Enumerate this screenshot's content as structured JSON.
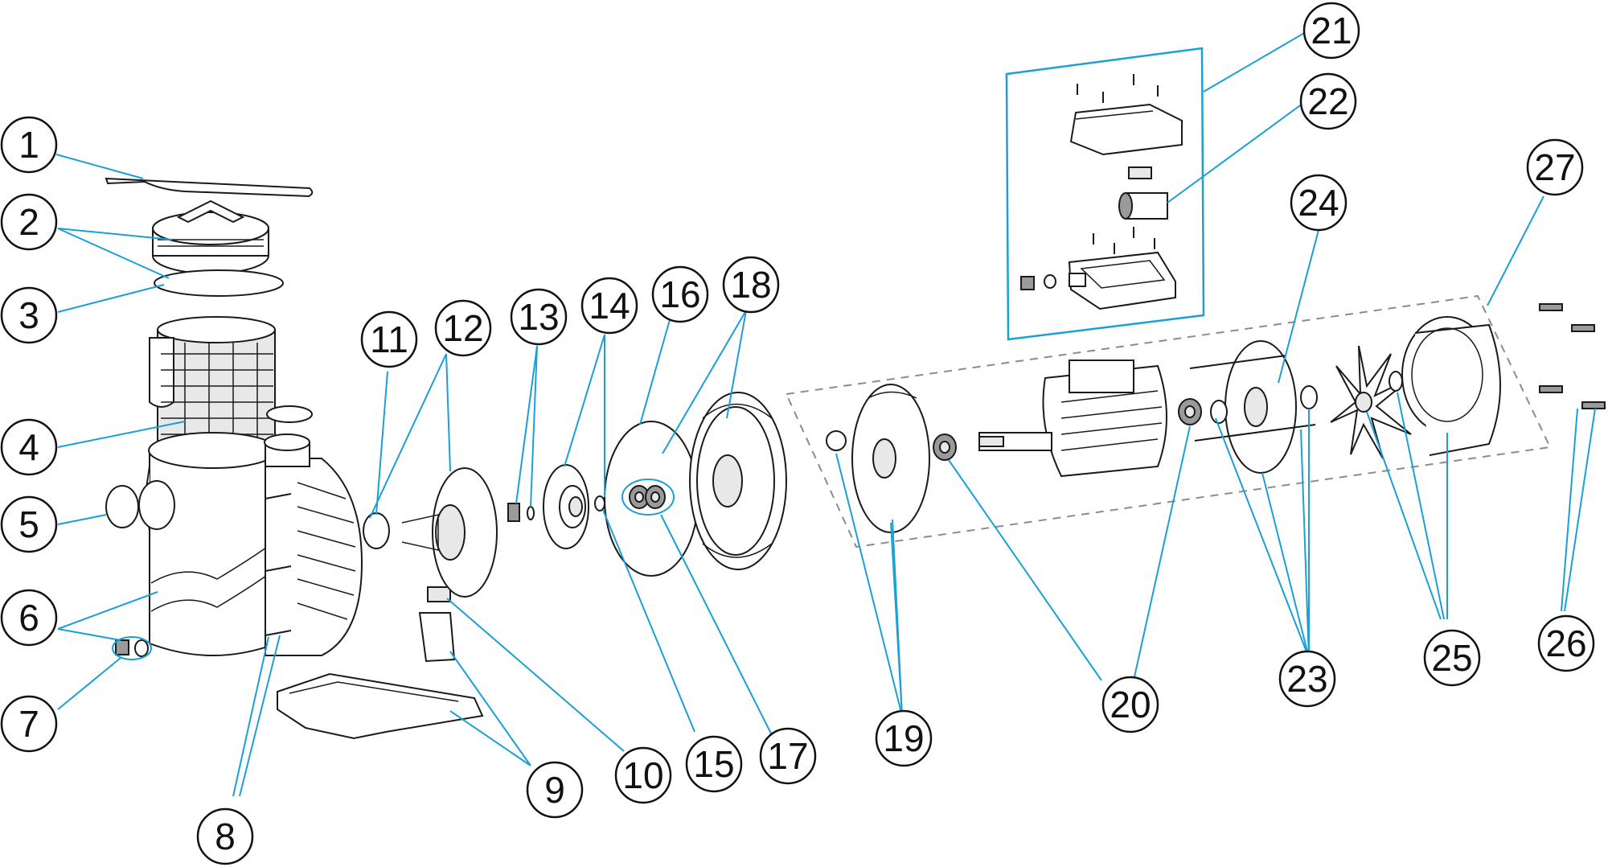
{
  "callouts": [
    {
      "id": "c1",
      "label": "1"
    },
    {
      "id": "c2",
      "label": "2"
    },
    {
      "id": "c3",
      "label": "3"
    },
    {
      "id": "c4",
      "label": "4"
    },
    {
      "id": "c5",
      "label": "5"
    },
    {
      "id": "c6",
      "label": "6"
    },
    {
      "id": "c7",
      "label": "7"
    },
    {
      "id": "c8",
      "label": "8"
    },
    {
      "id": "c9",
      "label": "9"
    },
    {
      "id": "c10",
      "label": "10"
    },
    {
      "id": "c11",
      "label": "11"
    },
    {
      "id": "c12",
      "label": "12"
    },
    {
      "id": "c13",
      "label": "13"
    },
    {
      "id": "c14",
      "label": "14"
    },
    {
      "id": "c15",
      "label": "15"
    },
    {
      "id": "c16",
      "label": "16"
    },
    {
      "id": "c17",
      "label": "17"
    },
    {
      "id": "c18",
      "label": "18"
    },
    {
      "id": "c19",
      "label": "19"
    },
    {
      "id": "c20",
      "label": "20"
    },
    {
      "id": "c21",
      "label": "21"
    },
    {
      "id": "c22",
      "label": "22"
    },
    {
      "id": "c23",
      "label": "23"
    },
    {
      "id": "c24",
      "label": "24"
    },
    {
      "id": "c25",
      "label": "25"
    },
    {
      "id": "c26",
      "label": "26"
    },
    {
      "id": "c27",
      "label": "27"
    }
  ],
  "colors": {
    "leader": "#1a9fd6",
    "outline": "#1a1a1a",
    "motor_group_dash": "#8c8c8c"
  }
}
